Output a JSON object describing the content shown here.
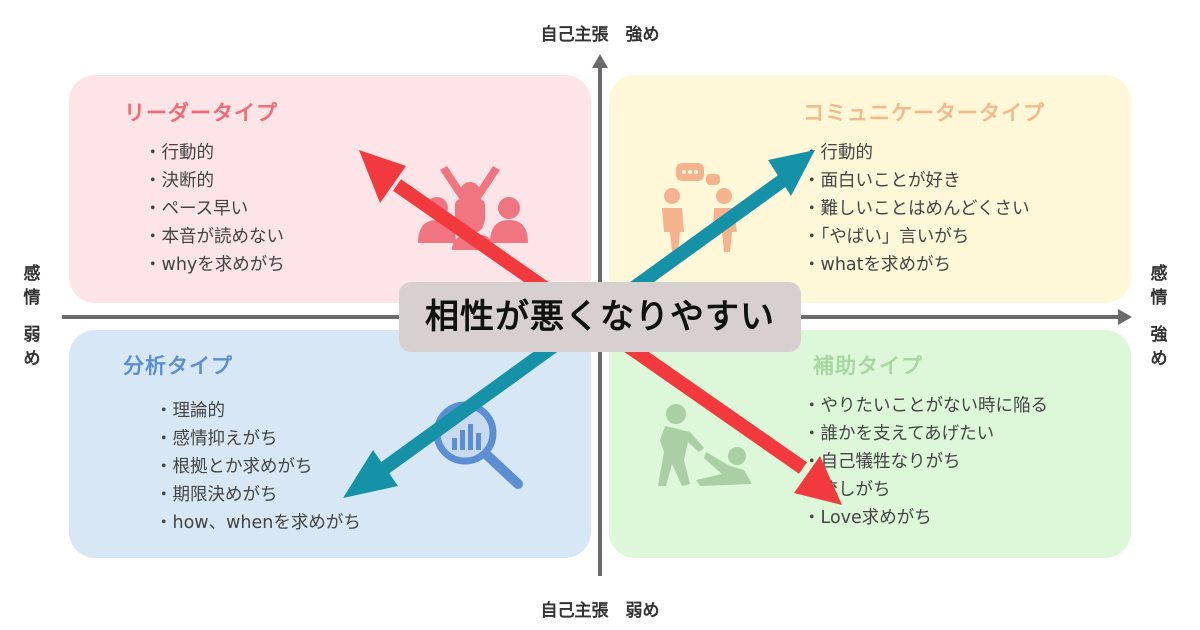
{
  "axis": {
    "top": "自己主張　強め",
    "bottom": "自己主張　弱め",
    "left_a": "感情",
    "left_b": "弱め",
    "right_a": "感情",
    "right_b": "強め"
  },
  "quadrants": {
    "leader": {
      "title": "リーダータイプ",
      "traits": [
        "行動的",
        "決断的",
        "ペース早い",
        "本音が読めない",
        "whyを求めがち"
      ],
      "color": "#ef6a76",
      "icon": "group-cheering-icon"
    },
    "communicator": {
      "title": "コミュニケータータイプ",
      "traits": [
        "行動的",
        "面白いことが好き",
        "難しいことはめんどくさい",
        "「やばい」言いがち",
        "whatを求めがち"
      ],
      "color": "#f2b98a",
      "icon": "people-talking-icon"
    },
    "analyst": {
      "title": "分析タイプ",
      "traits": [
        "理論的",
        "感情抑えがち",
        "根拠とか求めがち",
        "期限決めがち",
        "how、whenを求めがち"
      ],
      "color": "#5b8ed2",
      "icon": "magnifier-chart-icon"
    },
    "supporter": {
      "title": "補助タイプ",
      "traits": [
        "やりたいことがない時に陥る",
        "誰かを支えてあげたい",
        "自己犠牲なりがち",
        "流しがち",
        "Love求めがち"
      ],
      "color": "#a9d7a3",
      "icon": "helping-person-icon"
    }
  },
  "center_label": "相性が悪くなりやすい",
  "colors": {
    "red_arrow": "#f23a3e",
    "teal_arrow": "#1592a8",
    "axis": "#6b6b6b"
  }
}
